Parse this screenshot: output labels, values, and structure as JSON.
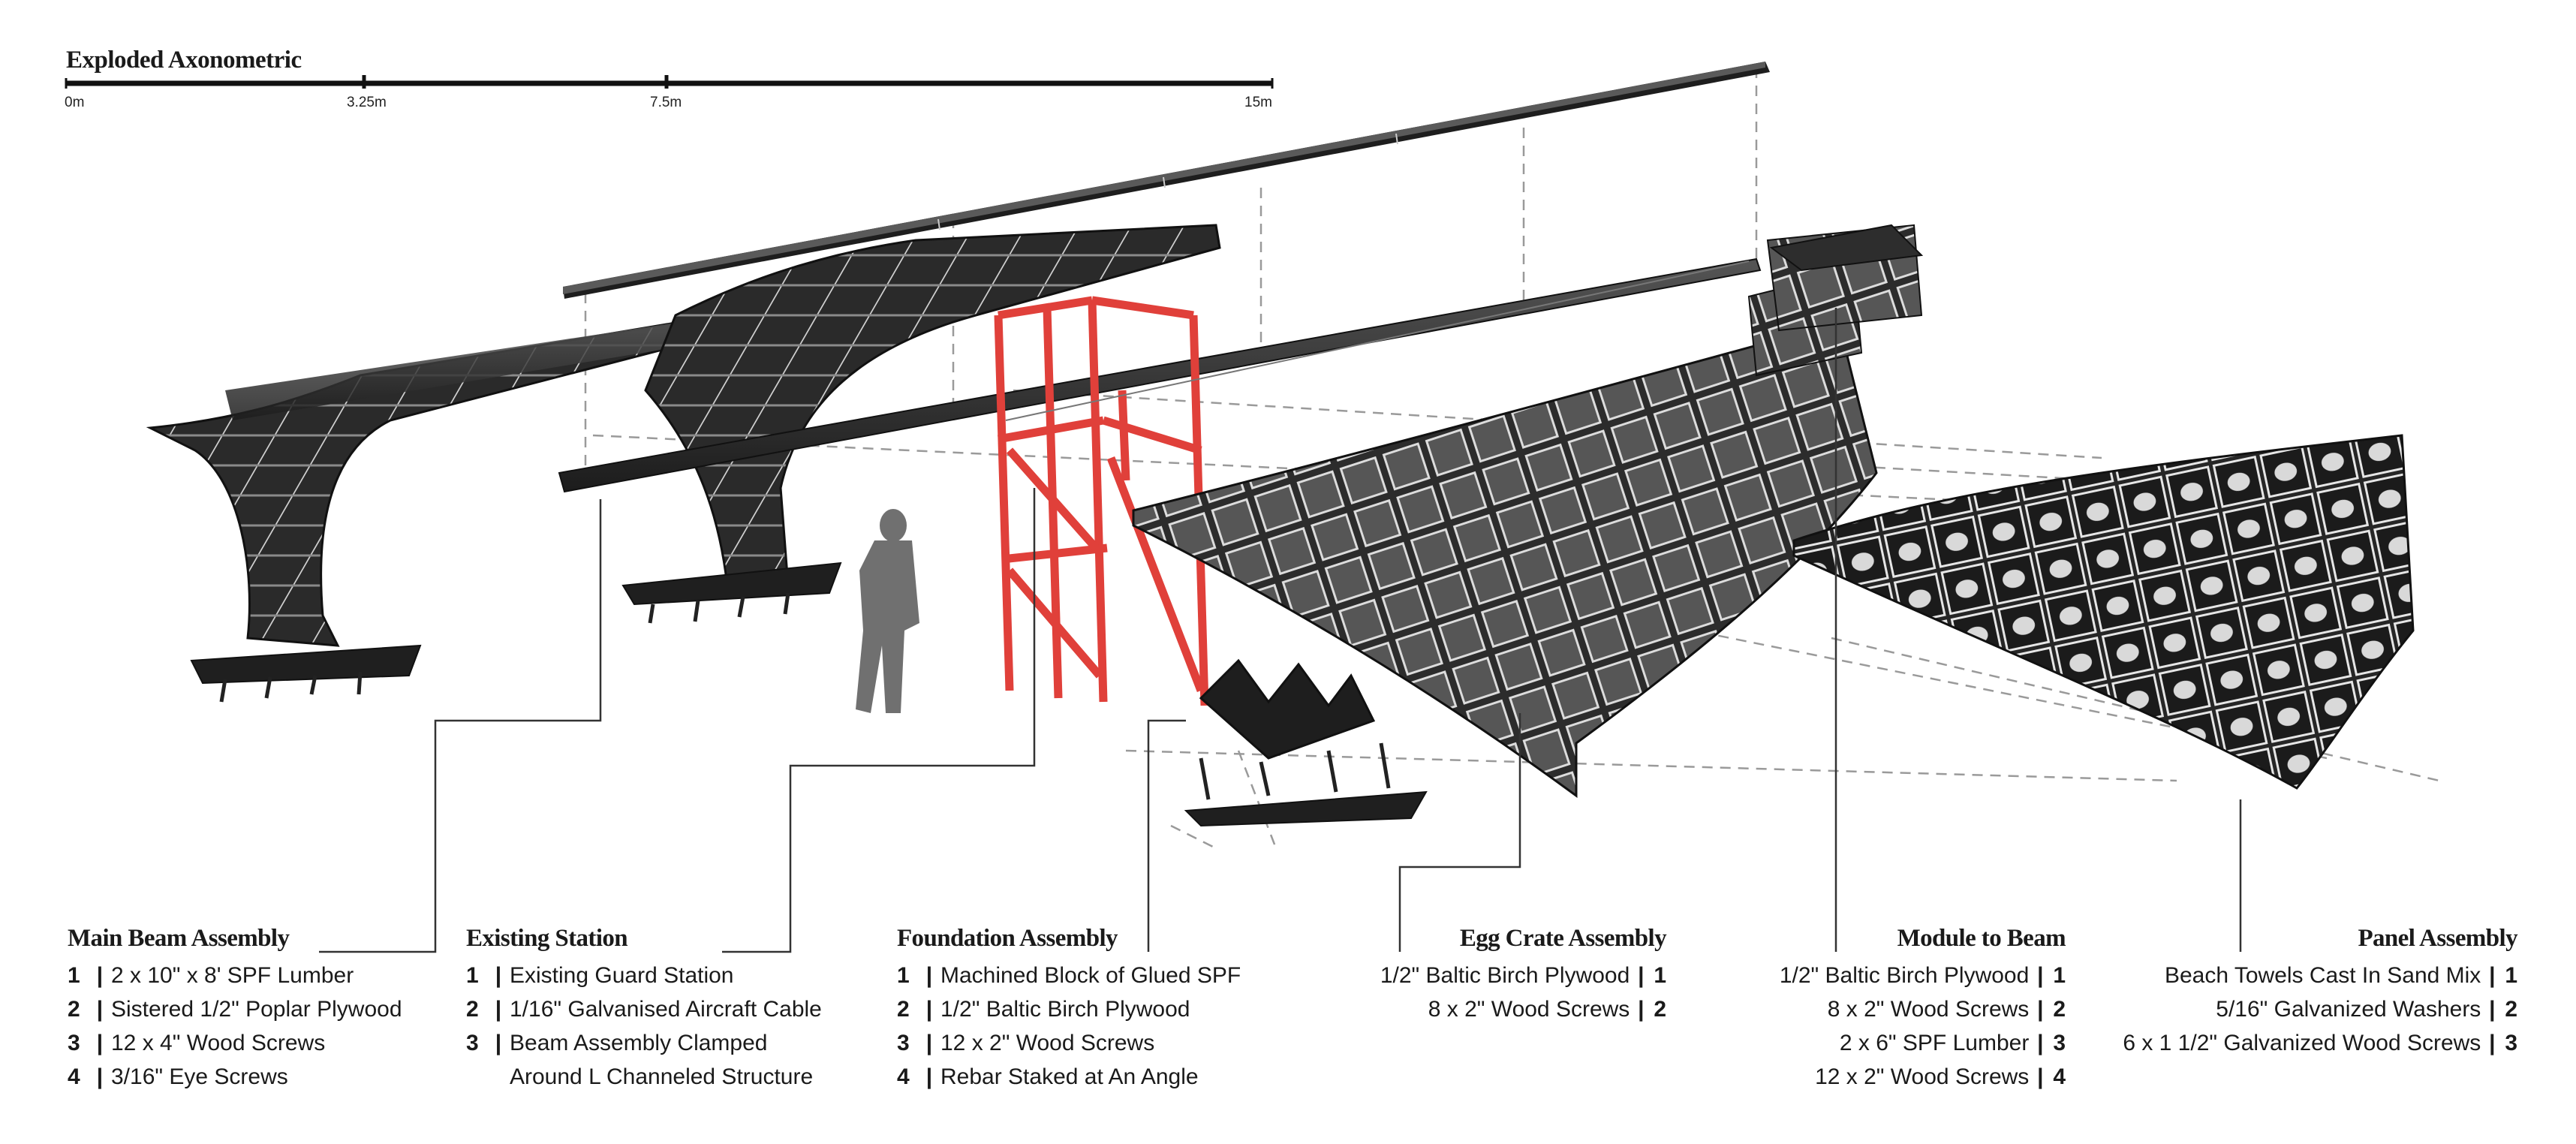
{
  "title": "Exploded Axonometric",
  "scale_bar": {
    "ticks": [
      "0m",
      "3.25m",
      "7.5m",
      "15m"
    ]
  },
  "colors": {
    "ink": "#1a1a1a",
    "panel_dark": "#2b2b2b",
    "panel_mid": "#4a4a4a",
    "foundation_red": "#e0403a",
    "dash": "#9a9a9a",
    "figure": "#707070"
  },
  "legends": [
    {
      "title": "Main Beam Assembly",
      "items": [
        {
          "num": "1",
          "text": "2 x 10\" x 8' SPF Lumber"
        },
        {
          "num": "2",
          "text": "Sistered 1/2\" Poplar Plywood"
        },
        {
          "num": "3",
          "text": "12 x 4\" Wood Screws"
        },
        {
          "num": "4",
          "text": "3/16\" Eye Screws"
        }
      ]
    },
    {
      "title": "Existing Station",
      "items": [
        {
          "num": "1",
          "text": "Existing Guard Station"
        },
        {
          "num": "2",
          "text": "1/16\" Galvanised Aircraft Cable"
        },
        {
          "num": "3",
          "text": "Beam Assembly Clamped"
        },
        {
          "num": "",
          "text": "Around L Channeled Structure"
        }
      ]
    },
    {
      "title": "Foundation Assembly",
      "items": [
        {
          "num": "1",
          "text": "Machined Block of Glued SPF"
        },
        {
          "num": "2",
          "text": "1/2\" Baltic Birch Plywood"
        },
        {
          "num": "3",
          "text": "12 x 2\" Wood Screws"
        },
        {
          "num": "4",
          "text": "Rebar Staked at An Angle"
        }
      ]
    },
    {
      "title": "Egg Crate Assembly",
      "items": [
        {
          "num": "1",
          "text": "1/2\" Baltic Birch Plywood"
        },
        {
          "num": "2",
          "text": "8 x 2\" Wood Screws"
        }
      ]
    },
    {
      "title": "Module to Beam",
      "items": [
        {
          "num": "1",
          "text": "1/2\" Baltic Birch Plywood"
        },
        {
          "num": "2",
          "text": "8 x 2\" Wood Screws"
        },
        {
          "num": "3",
          "text": "2 x 6\" SPF Lumber"
        },
        {
          "num": "4",
          "text": "12 x 2\" Wood Screws"
        }
      ]
    },
    {
      "title": "Panel Assembly",
      "items": [
        {
          "num": "1",
          "text": "Beach Towels Cast In Sand Mix"
        },
        {
          "num": "2",
          "text": "5/16\" Galvanized Washers"
        },
        {
          "num": "3",
          "text": "6 x 1 1/2\" Galvanized Wood Screws"
        }
      ]
    }
  ]
}
